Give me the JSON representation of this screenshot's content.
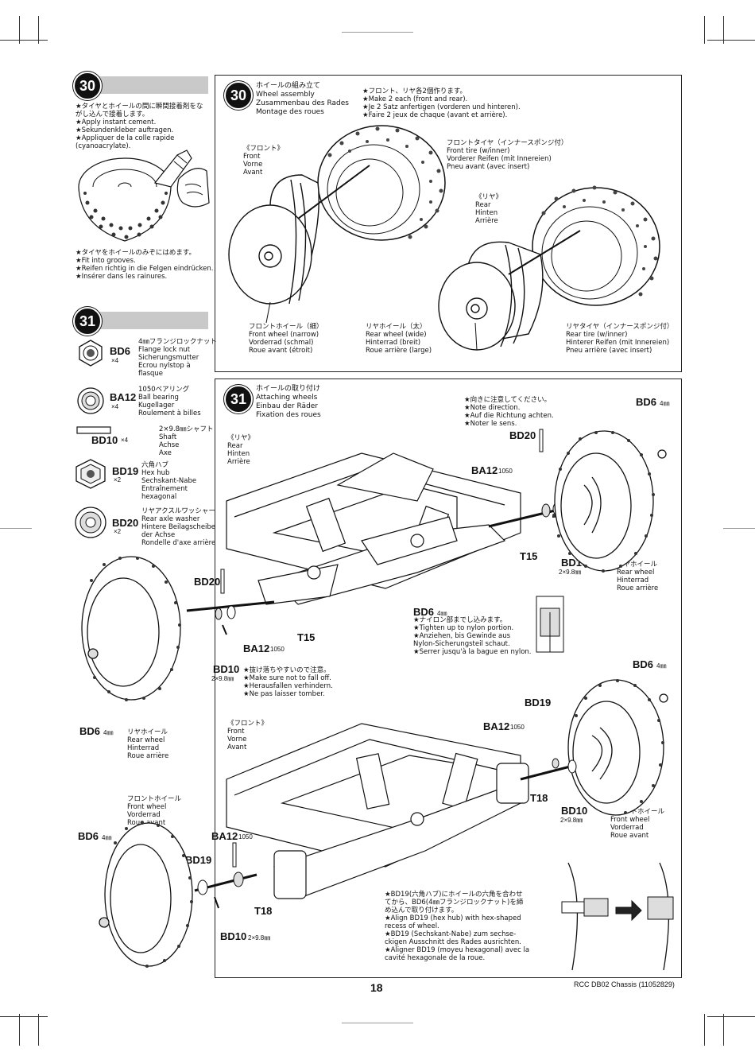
{
  "page": {
    "page_number": "18",
    "footer_model": "RCC DB02 Chassis (11052829)"
  },
  "step30_side": {
    "number": "30",
    "note_glue": "★タイヤとホイールの間に瞬間接着剤をな\nがし込んで接着します。\n★Apply instant cement.\n★Sekundenkleber auftragen.\n★Appliquer de la colle rapide\n(cyanoacrylate).",
    "note_grooves": "★タイヤをホイールのみぞにはめます。\n★Fit into grooves.\n★Reifen richtig in die Felgen eindrücken.\n★Insérer dans les rainures."
  },
  "step31_side": {
    "number": "31",
    "parts": [
      {
        "code": "BD6",
        "qty": "×4",
        "desc": "4㎜フランジロックナット\nFlange lock nut\nSicherungsmutter\nEcrou nylstop à\nflasque"
      },
      {
        "code": "BA12",
        "qty": "×4",
        "desc": "1050ベアリング\nBall bearing\nKugellager\nRoulement à billes"
      },
      {
        "code": "BD10",
        "qty": "×4",
        "desc": "2×9.8㎜シャフト\nShaft\nAchse\nAxe"
      },
      {
        "code": "BD19",
        "qty": "×2",
        "desc": "六角ハブ\nHex hub\nSechskant-Nabe\nEntraînement\nhexagonal"
      },
      {
        "code": "BD20",
        "qty": "×2",
        "desc": "リヤアクスルワッシャー\nRear axle washer\nHintere Beilagscheibe\nder Achse\nRondelle d'axe arrière"
      }
    ]
  },
  "step30_main": {
    "number": "30",
    "title": "ホイールの組み立て\nWheel assembly\nZusammenbau des Rades\nMontage des roues",
    "note": "★フロント、リヤ各2個作ります。\n★Make 2 each (front and rear).\n★Je 2 Satz anfertigen (vorderen und hinteren).\n★Faire 2 jeux de chaque (avant et arrière).",
    "front_label": "《フロント》\nFront\nVorne\nAvant",
    "rear_label": "《リヤ》\nRear\nHinten\nArrière",
    "front_tire": "フロントタイヤ（インナースポンジ付）\nFront tire (w/inner)\nVorderer Reifen (mit Innereien)\nPneu avant (avec insert)",
    "front_wheel": "フロントホイール（細）\nFront wheel (narrow)\nVorderrad (schmal)\nRoue avant (étroit)",
    "rear_wheel": "リヤホイール（太）\nRear wheel (wide)\nHinterrad (breit)\nRoue arrière (large)",
    "rear_tire": "リヤタイヤ（インナースポンジ付）\nRear tire (w/inner)\nHinterer Reifen (mit Innereien)\nPneu arrière (avec insert)"
  },
  "step31_main": {
    "number": "31",
    "title": "ホイールの取り付け\nAttaching wheels\nEinbau der Räder\nFixation des roues",
    "direction_note": "★向きに注意してください。\n★Note direction.\n★Auf die Richtung achten.\n★Noter le sens.",
    "rear_label": "《リヤ》\nRear\nHinten\nArrière",
    "front_label": "《フロント》\nFront\nVorne\nAvant",
    "nylon_note": "★ナイロン部までし込みます。\n★Tighten up to nylon portion.\n★Anziehen, bis Gewinde aus\nNylon-Sicherungsteil schaut.\n★Serrer jusqu'à la bague en nylon.",
    "falloff_note": "★抜け落ちやすいので注意。\n★Make sure not to fall off.\n★Herausfallen verhindern.\n★Ne pas laisser tomber.",
    "rear_wheel_label": "リヤホイール\nRear wheel\nHinterrad\nRoue arrière",
    "front_wheel_label": "フロントホイール\nFront wheel\nVorderrad\nRoue avant",
    "align_note": "★BD19(六角ハブ)にホイールの六角を合わせ\nてから、BD6(4㎜フランジロックナット)を締\nめ込んで取り付けます。\n★Align BD19 (hex hub) with hex-shaped\nrecess of wheel.\n★BD19 (Sechskant-Nabe) zum sechse-\nckigen Ausschnitt des Rades ausrichten.\n★Aligner BD19 (moyeu hexagonal) avec la\ncavité hexagonale de la roue.",
    "callouts": {
      "bd6": "BD6",
      "bd6_size": "4㎜",
      "bd20": "BD20",
      "ba12": "BA12",
      "ba12_size": "1050",
      "t15": "T15",
      "t18": "T18",
      "bd10": "BD10",
      "bd10_size": "2×9.8㎜",
      "bd19": "BD19"
    }
  }
}
